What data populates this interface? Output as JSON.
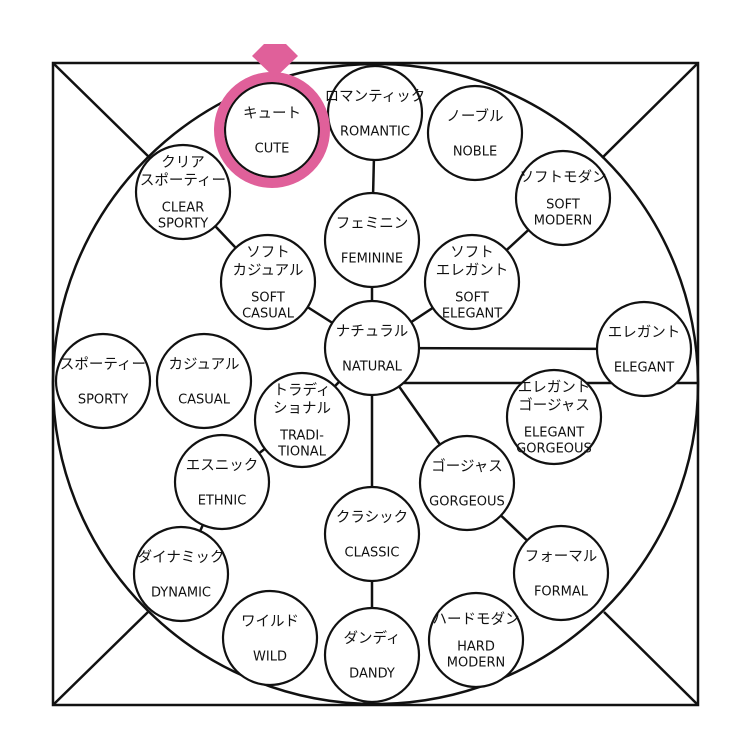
{
  "colors": {
    "line": "#111111",
    "background": "#ffffff",
    "highlight": "#e0609a"
  },
  "highlight_icon": "ring-icon",
  "highlighted_node": "cute",
  "nodes": [
    {
      "id": "romantic",
      "jp": [
        "ロマンティック"
      ],
      "en": [
        "ROMANTIC"
      ]
    },
    {
      "id": "cute",
      "jp": [
        "キュート"
      ],
      "en": [
        "CUTE"
      ]
    },
    {
      "id": "noble",
      "jp": [
        "ノーブル"
      ],
      "en": [
        "NOBLE"
      ]
    },
    {
      "id": "clear-sporty",
      "jp": [
        "クリア",
        "スポーティー"
      ],
      "en": [
        "CLEAR",
        "SPORTY"
      ]
    },
    {
      "id": "soft-modern",
      "jp": [
        "ソフトモダン"
      ],
      "en": [
        "SOFT",
        "MODERN"
      ]
    },
    {
      "id": "feminine",
      "jp": [
        "フェミニン"
      ],
      "en": [
        "FEMININE"
      ]
    },
    {
      "id": "soft-casual",
      "jp": [
        "ソフト",
        "カジュアル"
      ],
      "en": [
        "SOFT",
        "CASUAL"
      ]
    },
    {
      "id": "soft-elegant",
      "jp": [
        "ソフト",
        "エレガント"
      ],
      "en": [
        "SOFT",
        "ELEGANT"
      ]
    },
    {
      "id": "elegant",
      "jp": [
        "エレガント"
      ],
      "en": [
        "ELEGANT"
      ]
    },
    {
      "id": "natural",
      "jp": [
        "ナチュラル"
      ],
      "en": [
        "NATURAL"
      ]
    },
    {
      "id": "sporty",
      "jp": [
        "スポーティー"
      ],
      "en": [
        "SPORTY"
      ]
    },
    {
      "id": "casual",
      "jp": [
        "カジュアル"
      ],
      "en": [
        "CASUAL"
      ]
    },
    {
      "id": "traditional",
      "jp": [
        "トラディ",
        "ショナル"
      ],
      "en": [
        "TRADI-",
        "TIONAL"
      ]
    },
    {
      "id": "elegant-gorgeous",
      "jp": [
        "エレガント",
        "ゴージャス"
      ],
      "en": [
        "ELEGANT",
        "GORGEOUS"
      ]
    },
    {
      "id": "ethnic",
      "jp": [
        "エスニック"
      ],
      "en": [
        "ETHNIC"
      ]
    },
    {
      "id": "gorgeous",
      "jp": [
        "ゴージャス"
      ],
      "en": [
        "GORGEOUS"
      ]
    },
    {
      "id": "classic",
      "jp": [
        "クラシック"
      ],
      "en": [
        "CLASSIC"
      ]
    },
    {
      "id": "dynamic",
      "jp": [
        "ダイナミック"
      ],
      "en": [
        "DYNAMIC"
      ]
    },
    {
      "id": "formal",
      "jp": [
        "フォーマル"
      ],
      "en": [
        "FORMAL"
      ]
    },
    {
      "id": "wild",
      "jp": [
        "ワイルド"
      ],
      "en": [
        "WILD"
      ]
    },
    {
      "id": "dandy",
      "jp": [
        "ダンディ"
      ],
      "en": [
        "DANDY"
      ]
    },
    {
      "id": "hard-modern",
      "jp": [
        "ハードモダン"
      ],
      "en": [
        "HARD",
        "MODERN"
      ]
    }
  ],
  "edges": [
    [
      "natural",
      "feminine"
    ],
    [
      "feminine",
      "romantic"
    ],
    [
      "natural",
      "soft-casual"
    ],
    [
      "soft-casual",
      "clear-sporty"
    ],
    [
      "natural",
      "soft-elegant"
    ],
    [
      "soft-elegant",
      "soft-modern"
    ],
    [
      "natural",
      "traditional"
    ],
    [
      "natural",
      "classic"
    ],
    [
      "natural",
      "gorgeous"
    ],
    [
      "natural",
      "elegant"
    ],
    [
      "traditional",
      "ethnic"
    ],
    [
      "ethnic",
      "dynamic"
    ],
    [
      "gorgeous",
      "formal"
    ],
    [
      "classic",
      "dandy"
    ]
  ]
}
